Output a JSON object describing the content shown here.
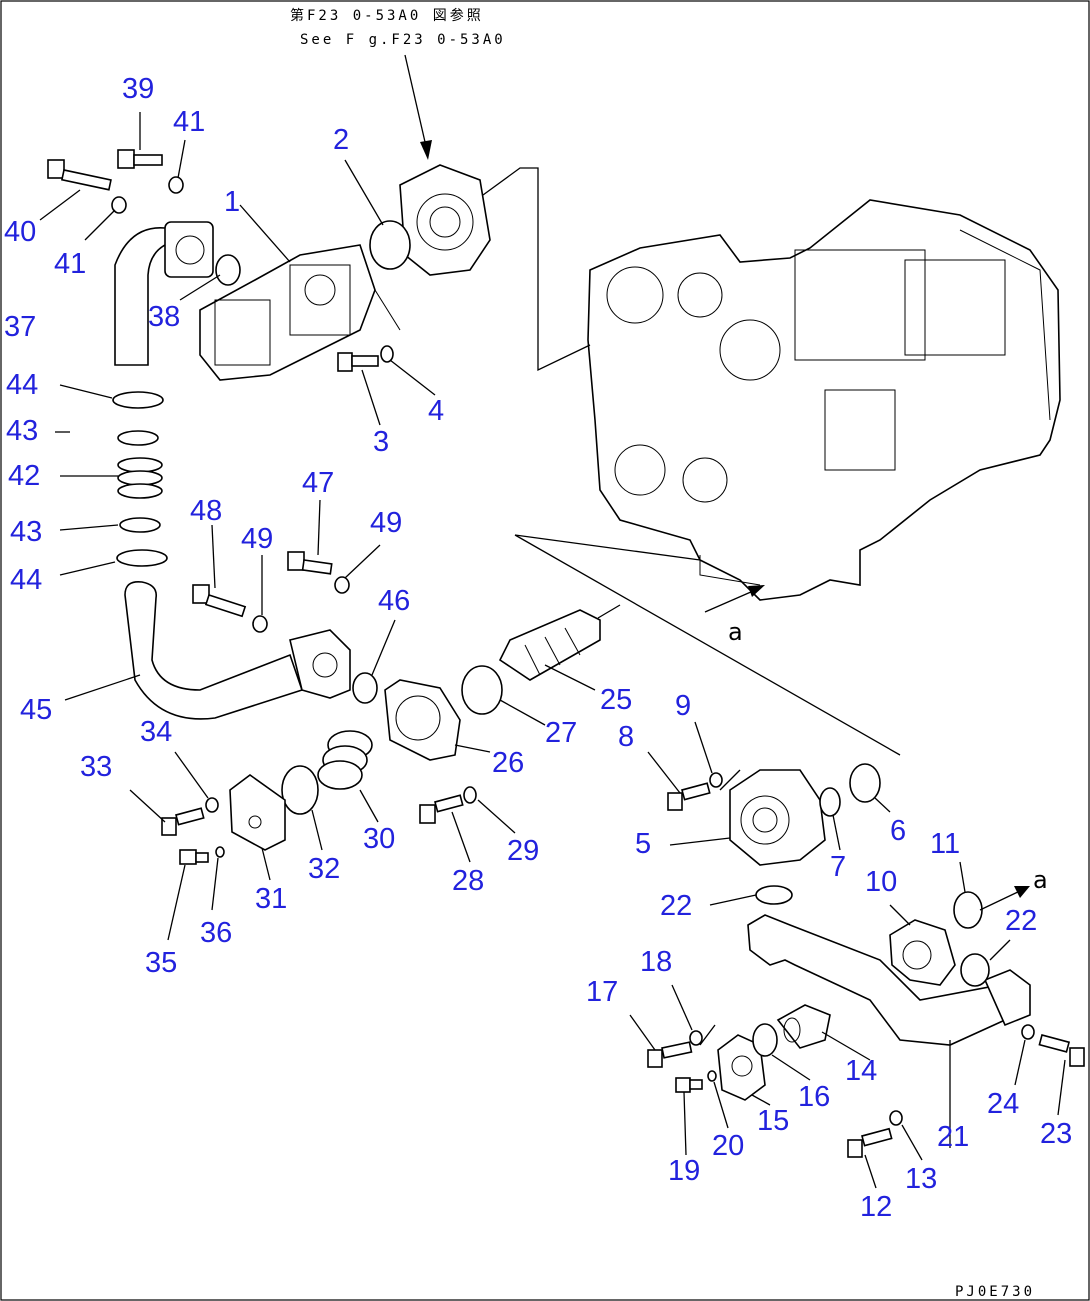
{
  "header_note": {
    "line1": "第F23 0-53A0 図参照",
    "line2": "See F g.F23 0-53A0"
  },
  "drawing_code": "PJ0E730",
  "view_letter": "a",
  "callouts": [
    "1",
    "2",
    "3",
    "4",
    "5",
    "6",
    "7",
    "8",
    "9",
    "10",
    "11",
    "12",
    "13",
    "14",
    "15",
    "16",
    "17",
    "18",
    "19",
    "20",
    "21",
    "22",
    "23",
    "24",
    "25",
    "26",
    "27",
    "28",
    "29",
    "30",
    "31",
    "32",
    "33",
    "34",
    "35",
    "36",
    "37",
    "38",
    "39",
    "40",
    "41",
    "42",
    "43",
    "44",
    "45",
    "46",
    "47",
    "48",
    "49"
  ],
  "colors": {
    "callout": "#2222dd",
    "line": "#000000",
    "background": "#ffffff"
  }
}
